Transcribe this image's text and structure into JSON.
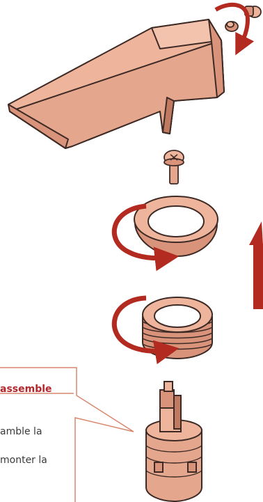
{
  "callout": {
    "heading": "assemble",
    "line1": "amble la",
    "line2": "monter la"
  },
  "colors": {
    "copper_fill": "#eeb49c",
    "copper_shade": "#d9937a",
    "copper_dark": "#c07a62",
    "outline": "#3d2a25",
    "arrow_red": "#b22a20",
    "callout_border": "#d9876d",
    "heading_red": "#b3262b"
  },
  "icons": {
    "rotate_arrows": "rotate-arrow-icon",
    "up_arrow": "up-arrow-icon"
  }
}
